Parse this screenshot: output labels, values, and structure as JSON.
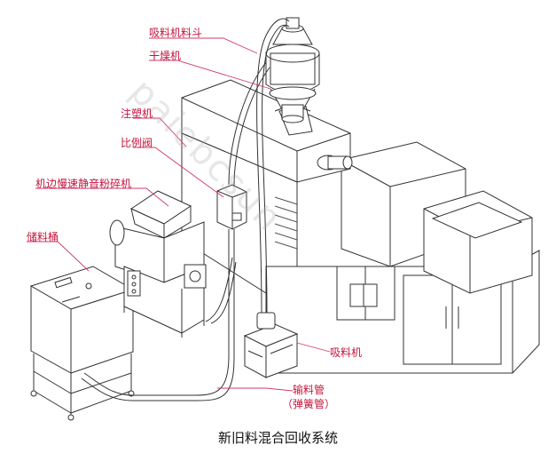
{
  "labels": {
    "loader_hopper": "吸料机料斗",
    "dryer": "干燥机",
    "injection_machine": "注塑机",
    "proportional_valve": "比例阀",
    "granulator": "机边慢速静音粉碎机",
    "storage_bin": "储料桶",
    "vacuum_loader": "吸料机",
    "conveying_pipe": "输料管",
    "conveying_pipe_note": "（弹簧管）"
  },
  "caption": "新旧料混合回收系统",
  "watermark": "paiebcsun",
  "colors": {
    "label": "#c4143c",
    "leader": "#d23b6a",
    "line": "#333333",
    "caption": "#111111"
  }
}
